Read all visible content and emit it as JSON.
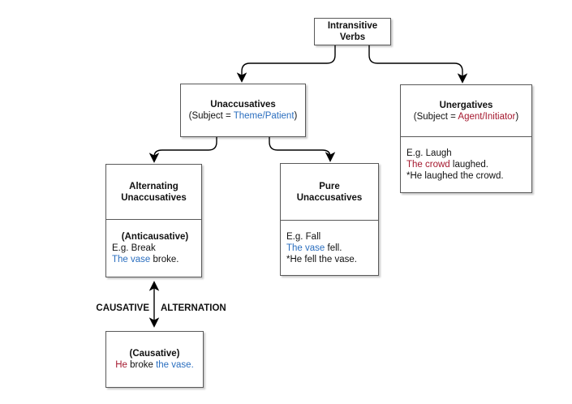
{
  "colors": {
    "link_blue": "#2a6ebf",
    "agent_red": "#a5182e",
    "box_border": "#595959",
    "connector_black": "#000000"
  },
  "nodes": {
    "root": {
      "title": "Intransitive Verbs"
    },
    "unaccusatives": {
      "title": "Unaccusatives",
      "subject_prefix": "(Subject = ",
      "subject_role": "Theme/Patient",
      "subject_suffix": ")"
    },
    "unergatives": {
      "title": "Unergatives",
      "subject_prefix": "(Subject = ",
      "subject_role": "Agent/Initiator",
      "subject_suffix": ")",
      "example_intro": "E.g. Laugh",
      "example_highlight": "The crowd",
      "example_rest": " laughed.",
      "starred": "*He laughed the crowd."
    },
    "alternating": {
      "title": "Alternating Unaccusatives",
      "subtitle": "(Anticausative)",
      "example_intro": "E.g. Break",
      "example_highlight": "The vase",
      "example_rest": " broke."
    },
    "pure": {
      "title": "Pure Unaccusatives",
      "example_intro": "E.g. Fall",
      "example_highlight": "The vase",
      "example_rest": " fell.",
      "starred": "*He fell the vase."
    },
    "causative": {
      "title": "(Causative)",
      "example_subject": "He",
      "example_verb": " broke ",
      "example_object": "the vase."
    }
  },
  "labels": {
    "alternation_left": "CAUSATIVE",
    "alternation_right": "ALTERNATION"
  }
}
